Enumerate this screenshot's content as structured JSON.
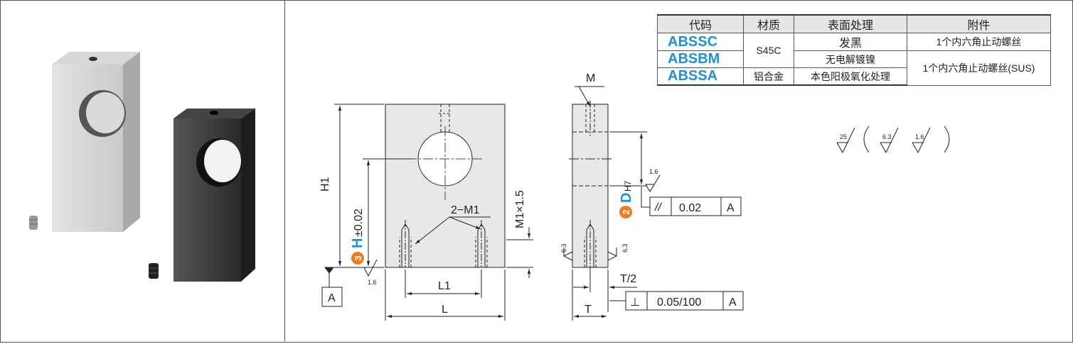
{
  "colors": {
    "code_blue": "#1e90dc",
    "badge_orange": "#f07c1e",
    "part_fill": "#e8e8e8"
  },
  "spec_table": {
    "headers": [
      "代码",
      "材质",
      "表面处理",
      "附件"
    ],
    "rows": [
      {
        "code": "ABSSC",
        "material": "S45C",
        "surface": "发黑",
        "accessory": "1个内六角止动螺丝"
      },
      {
        "code": "ABSBM",
        "material": "",
        "surface": "无电解镀镍",
        "accessory": "1个内六角止动螺丝(SUS)"
      },
      {
        "code": "ABSSA",
        "material": "铝合金",
        "surface": "本色阳极氧化处理",
        "accessory": ""
      }
    ]
  },
  "drawing": {
    "front": {
      "h1": "H1",
      "h_tol_letter": "H",
      "h_tol_value": "±0.02",
      "h_badge": "3",
      "m1_depth": "M1×1.5",
      "holes": "2−M1",
      "l1": "L1",
      "l": "L",
      "datum": "A",
      "rough_base": "1.6"
    },
    "side": {
      "m": "M",
      "d_letter": "D",
      "d_fit": "H7",
      "d_badge": "2",
      "rough_bore": "1.6",
      "rough_left": "6.3",
      "rough_right": "6.3",
      "t_half": "T/2",
      "t": "T",
      "parallel": {
        "symbol": "//",
        "value": "0.02",
        "datum": "A"
      },
      "perpendicular": {
        "symbol": "⊥",
        "value": "0.05/100",
        "datum": "A"
      }
    },
    "roughness_legend": {
      "main": "25",
      "items": [
        "6.3",
        "1.6"
      ]
    }
  }
}
